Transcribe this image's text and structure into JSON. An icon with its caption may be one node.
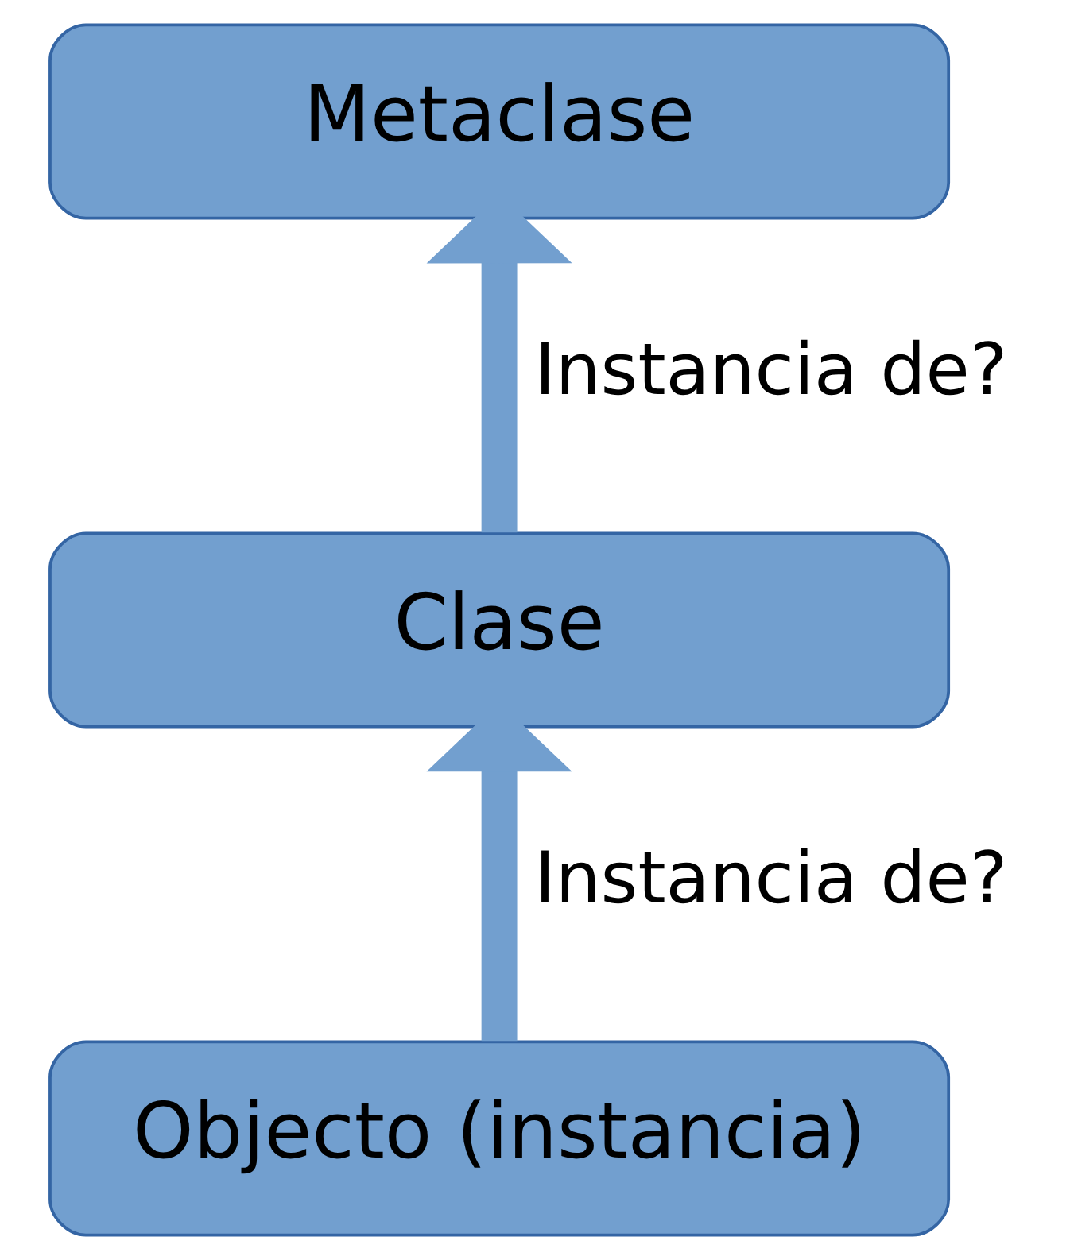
{
  "diagram": {
    "nodes": [
      {
        "text": [
          "Metaclase"
        ]
      },
      {
        "text": [
          "Clase"
        ]
      },
      {
        "text": [
          "Objecto (instancia)"
        ]
      }
    ],
    "edges": [
      {
        "from": 2,
        "to": 1,
        "arrow": "to",
        "label": "Instancia de?"
      },
      {
        "from": 1,
        "to": 0,
        "arrow": "to",
        "label": "Instancia de?"
      }
    ]
  }
}
